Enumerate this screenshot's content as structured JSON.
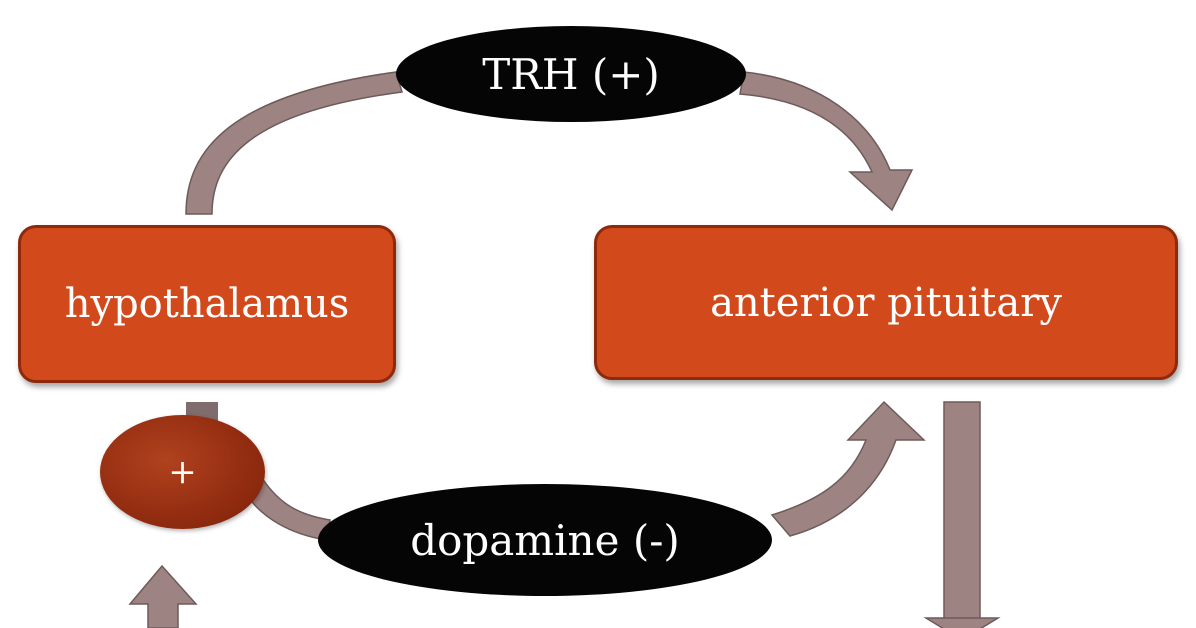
{
  "nodes": {
    "hypothalamus": "hypothalamus",
    "anterior_pituitary": "anterior pituitary"
  },
  "signals": {
    "trh": "TRH (+)",
    "dopamine": "dopamine (-)"
  },
  "stimulus_marker": "+",
  "colors": {
    "box_fill": "#d24a1c",
    "box_border": "#8d2a0b",
    "oval_fill": "#050505",
    "arrow_fill": "#9e8383",
    "marker_fill": "#922c10"
  }
}
